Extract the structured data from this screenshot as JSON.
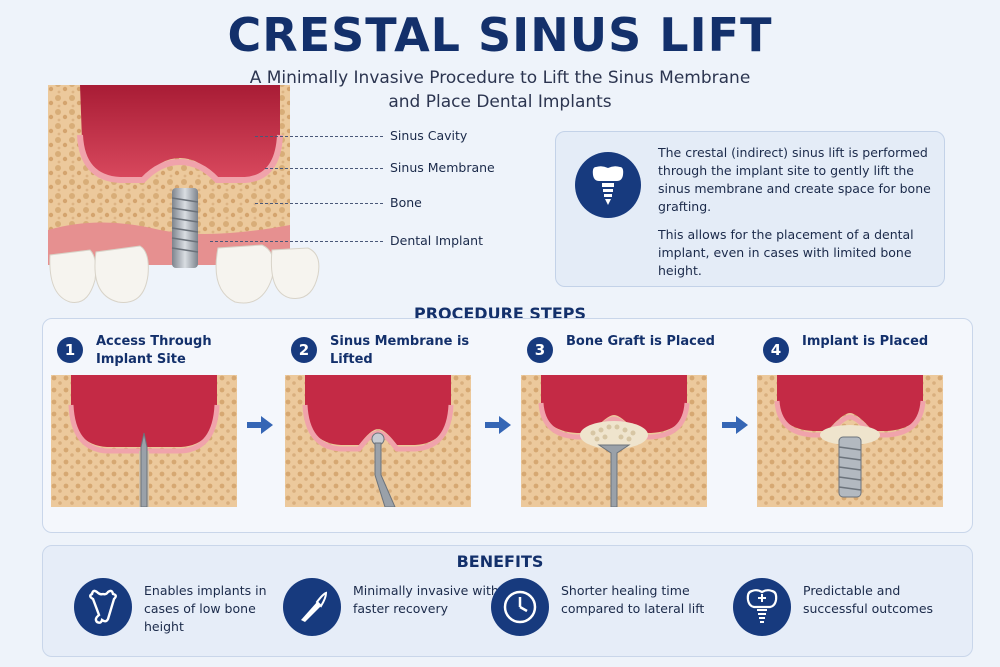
{
  "header": {
    "title": "CRESTAL SINUS LIFT",
    "subtitle_line1": "A Minimally Invasive Procedure to Lift the Sinus Membrane",
    "subtitle_line2": "and Place Dental Implants"
  },
  "anatomy_labels": {
    "sinus_cavity": "Sinus Cavity",
    "sinus_membrane": "Sinus Membrane",
    "bone": "Bone",
    "dental_implant": "Dental Implant"
  },
  "info_card": {
    "icon": "tooth-implant-icon",
    "paragraph1": "The crestal (indirect) sinus lift is performed through the implant site to gently lift the sinus membrane and create space for bone grafting.",
    "paragraph2": "This allows for the placement of a dental implant, even in cases with limited bone height."
  },
  "procedure": {
    "heading": "PROCEDURE STEPS",
    "steps": [
      {
        "number": "1",
        "label": "Access Through Implant Site"
      },
      {
        "number": "2",
        "label": "Sinus Membrane is Lifted"
      },
      {
        "number": "3",
        "label": "Bone Graft is Placed"
      },
      {
        "number": "4",
        "label": "Implant is Placed"
      }
    ]
  },
  "benefits": {
    "heading": "BENEFITS",
    "items": [
      {
        "icon": "bone-icon",
        "text": "Enables implants in cases of low bone height"
      },
      {
        "icon": "scalpel-icon",
        "text": "Minimally invasive with faster recovery"
      },
      {
        "icon": "clock-icon",
        "text": "Shorter healing time compared to lateral lift"
      },
      {
        "icon": "tooth-icon",
        "text": "Predictable and successful outcomes"
      }
    ]
  },
  "colors": {
    "navy": "#173a7e",
    "title": "#13306b",
    "sinus": "#c42a45",
    "membrane": "#e88a96",
    "bone": "#e9c79b",
    "gum": "#e9908f",
    "tooth": "#f6f4ef",
    "metal": "#a7adb5"
  }
}
